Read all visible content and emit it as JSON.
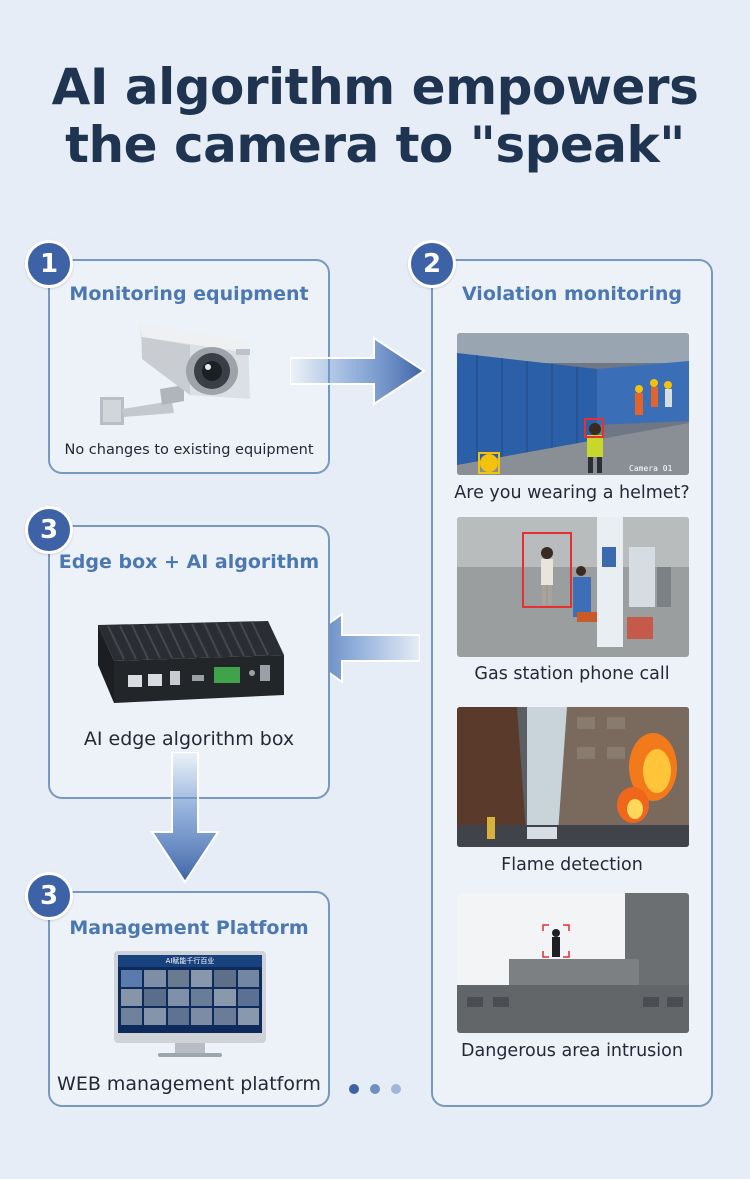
{
  "headline": {
    "line1": "AI algorithm empowers",
    "line2": "the camera to \"speak\""
  },
  "step1": {
    "number": "1",
    "title": "Monitoring equipment",
    "caption": "No changes to existing equipment"
  },
  "step2": {
    "number": "2",
    "title": "Violation monitoring",
    "items": [
      {
        "caption": "Are you wearing a helmet?",
        "overlay": "Camera 01"
      },
      {
        "caption": "Gas station phone call"
      },
      {
        "caption": "Flame detection"
      },
      {
        "caption": "Dangerous area intrusion"
      }
    ],
    "carousel_dots": 3
  },
  "step3": {
    "number": "3",
    "title": "Edge box + AI algorithm",
    "caption": "AI edge algorithm box"
  },
  "step4": {
    "number": "3",
    "title": "Management Platform",
    "caption": "WEB management platform",
    "screen_title": "AI赋能千行百业"
  },
  "colors": {
    "background": "#e6edf6",
    "accent": "#3d63a6",
    "title_blue": "#4c78b1",
    "headline": "#1f3450"
  }
}
